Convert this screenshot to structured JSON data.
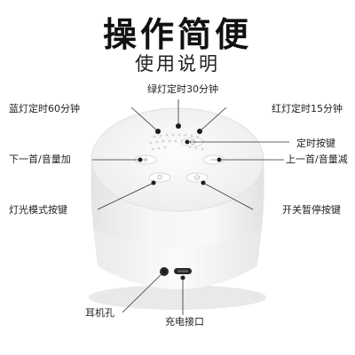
{
  "header": {
    "title": "操作简便",
    "subtitle": "使用说明"
  },
  "labels": {
    "green_timer": "绿灯定时30分钟",
    "blue_timer": "蓝灯定时60分钟",
    "red_timer": "红灯定时15分钟",
    "timer_key": "定时按键",
    "next_volume_up": "下一首/音量加",
    "prev_volume_down": "上一首/音量减",
    "light_mode_key": "灯光模式按键",
    "power_pause_key": "开关暂停按键",
    "headphone_jack": "耳机孔",
    "charging_port": "充电接口"
  },
  "colors": {
    "body": "#f1f1f1",
    "dot": "#1a1a1a",
    "line": "#333333"
  },
  "icons": {
    "timer_button": "clock-icon",
    "next_button": "plus-icon",
    "prev_button": "minus-icon",
    "light_button": "bulb-icon",
    "power_button": "power-icon"
  }
}
